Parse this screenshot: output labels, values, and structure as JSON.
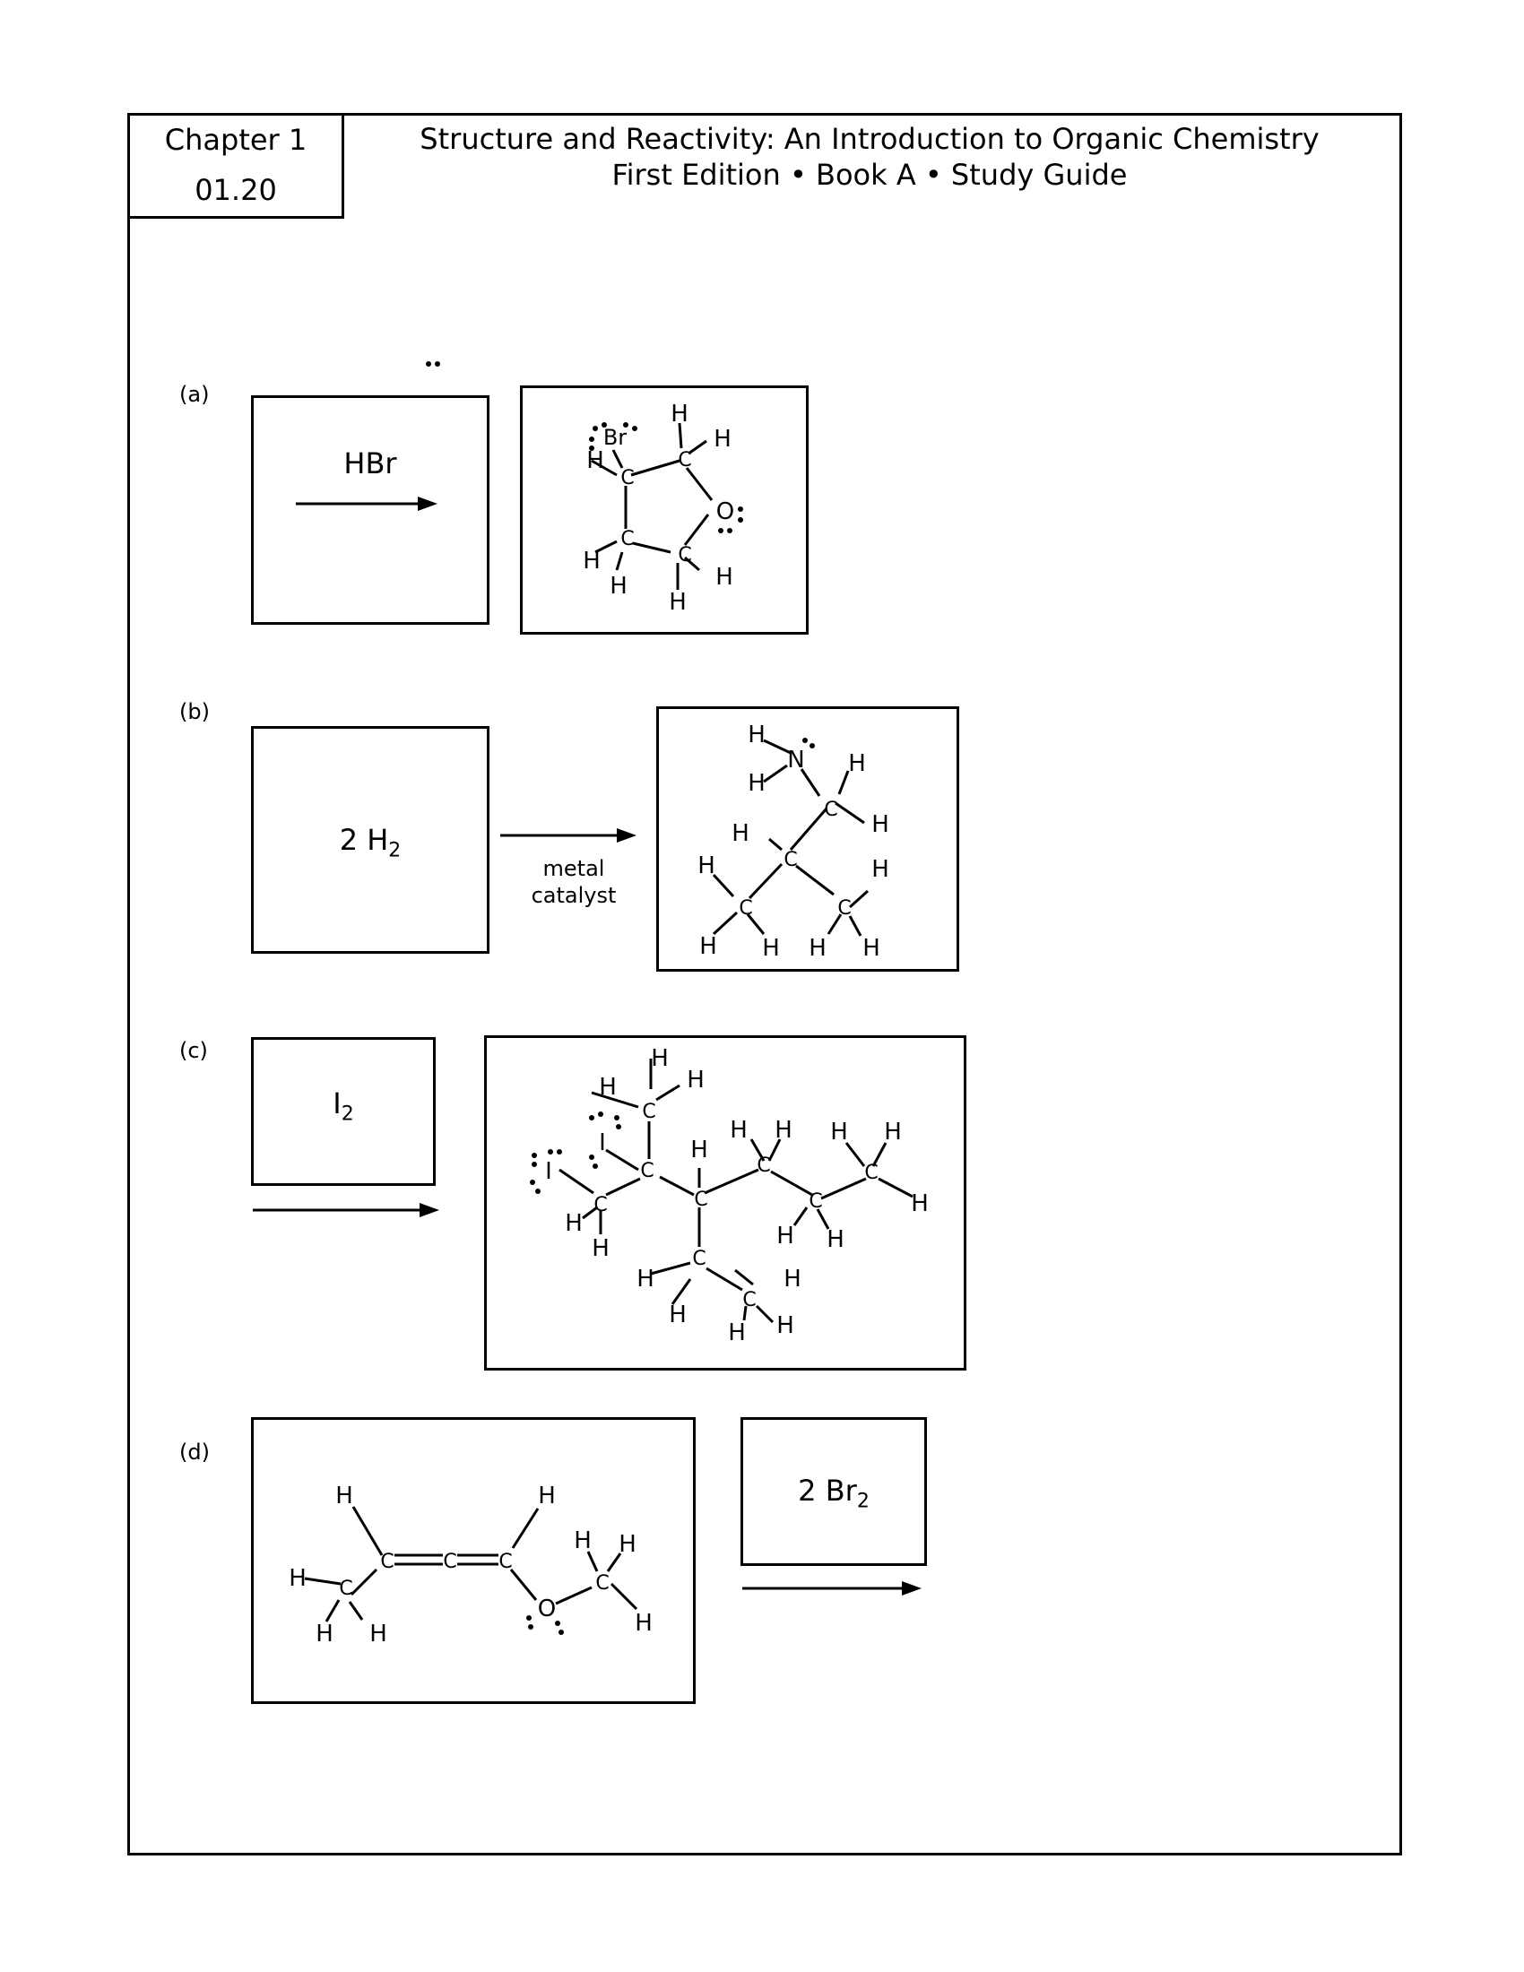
{
  "header": {
    "chapter": "Chapter 1",
    "number": "01.20",
    "title": "Structure and Reactivity: An Introduction to Organic Chemistry",
    "subtitle": "First Edition • Book A • Study Guide"
  },
  "problems": [
    {
      "label": "(a)",
      "reagent": "HBr",
      "condition": ""
    },
    {
      "label": "(b)",
      "reagent": "2 H",
      "reagent_sub": "2",
      "condition_line1": "metal",
      "condition_line2": "catalyst"
    },
    {
      "label": "(c)",
      "reagent": "I",
      "reagent_sub": "2"
    },
    {
      "label": "(d)",
      "reagent": "2 Br",
      "reagent_sub": "2"
    }
  ],
  "atoms": {
    "C": "C",
    "H": "H",
    "O": "O",
    "N": "N",
    "Br": "Br",
    "I": "I"
  }
}
